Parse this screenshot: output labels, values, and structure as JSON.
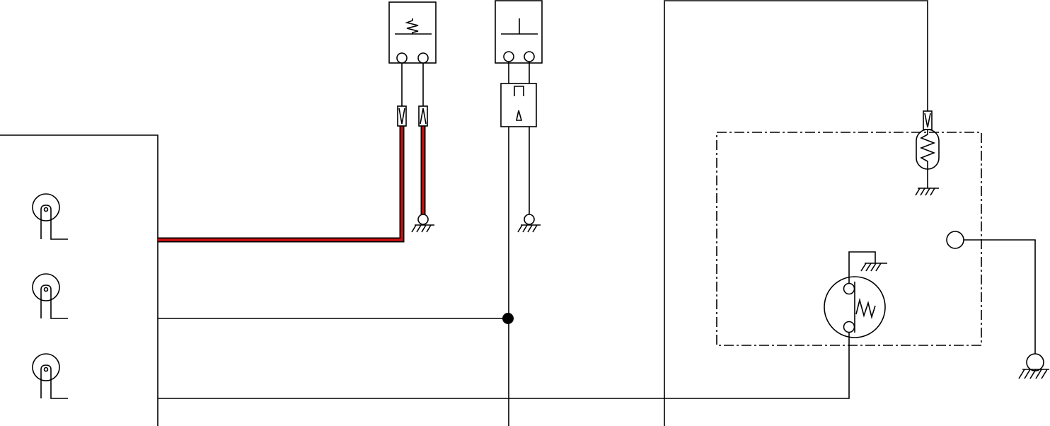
{
  "colors": {
    "highlight": "#d01010",
    "line": "#000000",
    "background": "#ffffff"
  },
  "icons": {
    "bulb": "lamp-symbol",
    "ground": "ground-symbol",
    "spring_switch": "switch-symbol",
    "fuse": "fuse-symbol",
    "sensor": "sensor-symbol",
    "resistor": "resistor-symbol",
    "terminal": "terminal-symbol"
  },
  "diagram": {
    "highlighted_wires": [
      "wire-lamp-1-to-switch-a",
      "wire-switch-a-ground"
    ],
    "components": [
      "left-panel",
      "switch-a",
      "switch-b",
      "connector-block",
      "sensor-module",
      "resistor-sensor",
      "output-terminal"
    ]
  }
}
